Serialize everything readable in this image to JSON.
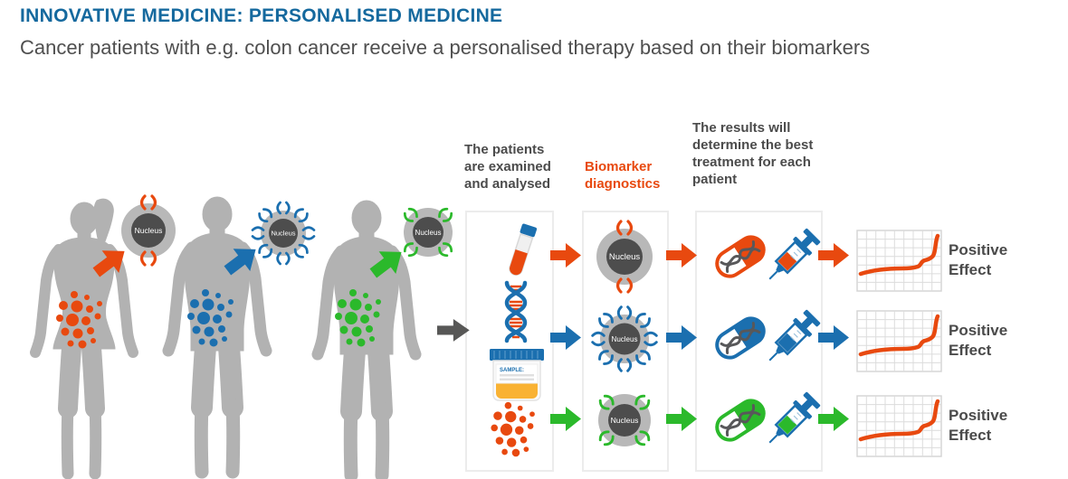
{
  "header": {
    "title": "INNOVATIVE MEDICINE: PERSONALISED MEDICINE",
    "subtitle": "Cancer patients with e.g. colon cancer receive a personalised therapy based on their biomarkers"
  },
  "columns": {
    "examined": {
      "header": "The patients\nare examined\nand analysed"
    },
    "biomarker": {
      "header": "Biomarker\ndiagnostics"
    },
    "results": {
      "header": "The results will\ndetermine the best\ntreatment for each\npatient"
    }
  },
  "patient_cells": [
    {
      "label": "Nucleus"
    },
    {
      "label": "Nucleus"
    },
    {
      "label": "Nucleus"
    }
  ],
  "biomarker_cells": [
    {
      "label": "Nucleus"
    },
    {
      "label": "Nucleus"
    },
    {
      "label": "Nucleus"
    }
  ],
  "sample_jar": {
    "label": "SAMPLE:"
  },
  "outcomes": [
    {
      "label": "Positive\nEffect"
    },
    {
      "label": "Positive\nEffect"
    },
    {
      "label": "Positive\nEffect"
    }
  ],
  "colors": {
    "orange": "#E8490F",
    "blue": "#1B6FAF",
    "green": "#2BB92B",
    "silhouette": "#B2B2B2",
    "cell_body": "#B8B8B8",
    "nucleus": "#4D4D4D",
    "title_blue": "#15699E",
    "text_dark": "#4A4A4A",
    "arrow_gray": "#575756"
  }
}
